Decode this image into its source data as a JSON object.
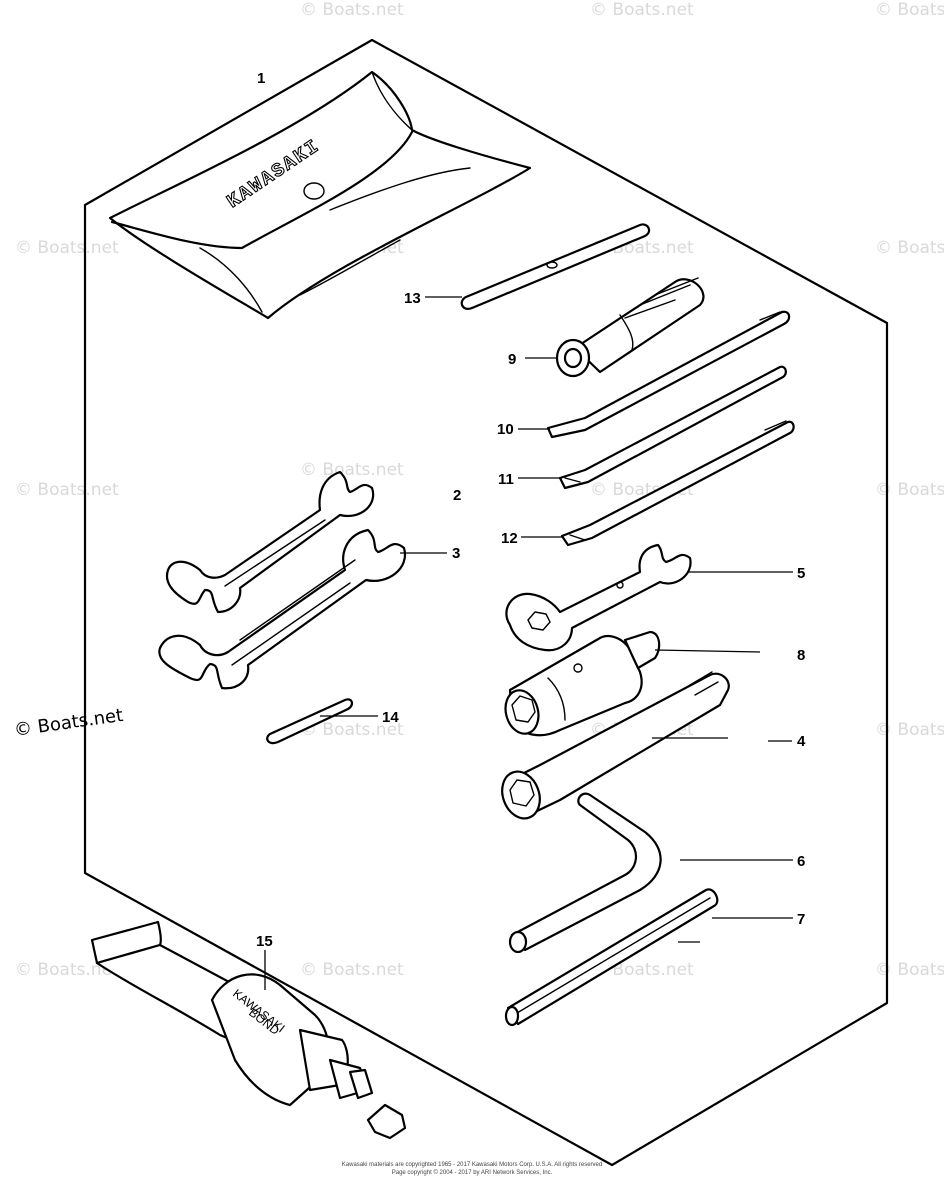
{
  "watermark": "© Boats.net",
  "pouch_brand": "KAWASAKI",
  "bond_tube": {
    "line1": "KAWASAKI",
    "line2": "BOND"
  },
  "callouts": [
    {
      "id": "1",
      "label": "1"
    },
    {
      "id": "2",
      "label": "2"
    },
    {
      "id": "3",
      "label": "3"
    },
    {
      "id": "4",
      "label": "4"
    },
    {
      "id": "5",
      "label": "5"
    },
    {
      "id": "6",
      "label": "6"
    },
    {
      "id": "7",
      "label": "7"
    },
    {
      "id": "8",
      "label": "8"
    },
    {
      "id": "9",
      "label": "9"
    },
    {
      "id": "10",
      "label": "10"
    },
    {
      "id": "11",
      "label": "11"
    },
    {
      "id": "12",
      "label": "12"
    },
    {
      "id": "13",
      "label": "13"
    },
    {
      "id": "14",
      "label": "14"
    },
    {
      "id": "15",
      "label": "15"
    }
  ],
  "footer": {
    "line1": "Kawasaki materials are copyrighted 1965 - 2017 Kawasaki Motors Corp. U.S.A. All rights reserved",
    "line2": "Page copyright © 2004 - 2017 by ARI Network Services, Inc."
  }
}
